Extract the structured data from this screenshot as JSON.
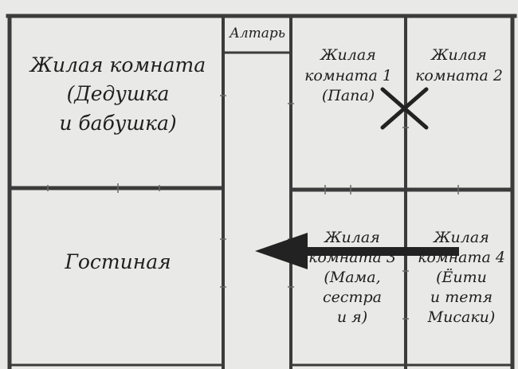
{
  "rooms": {
    "grandparents": {
      "line1": "Жилая комната",
      "line2": "(Дедушка",
      "line3": "и бабушка)"
    },
    "guest": {
      "name": "Гостиная"
    },
    "altar": {
      "name": "Алтарь"
    },
    "room1": {
      "line1": "Жилая",
      "line2": "комната 1",
      "line3": "(Папа)"
    },
    "room2": {
      "line1": "Жилая",
      "line2": "комната 2"
    },
    "room3": {
      "line1": "Жилая",
      "line2": "комната 3",
      "line3": "(Мама,",
      "line4": "сестра",
      "line5": "и я)"
    },
    "room4": {
      "line1": "Жилая",
      "line2": "комната 4",
      "line3": "(Ёити",
      "line4": "и тетя",
      "line5": "Мисаки)"
    }
  },
  "markers": {
    "x_mark": "cross-mark-icon",
    "arrow": "arrow-left-icon"
  },
  "colors": {
    "paper": "#e9e9e7",
    "ink": "#1f1f1f",
    "wall": "#3a3a3a"
  }
}
